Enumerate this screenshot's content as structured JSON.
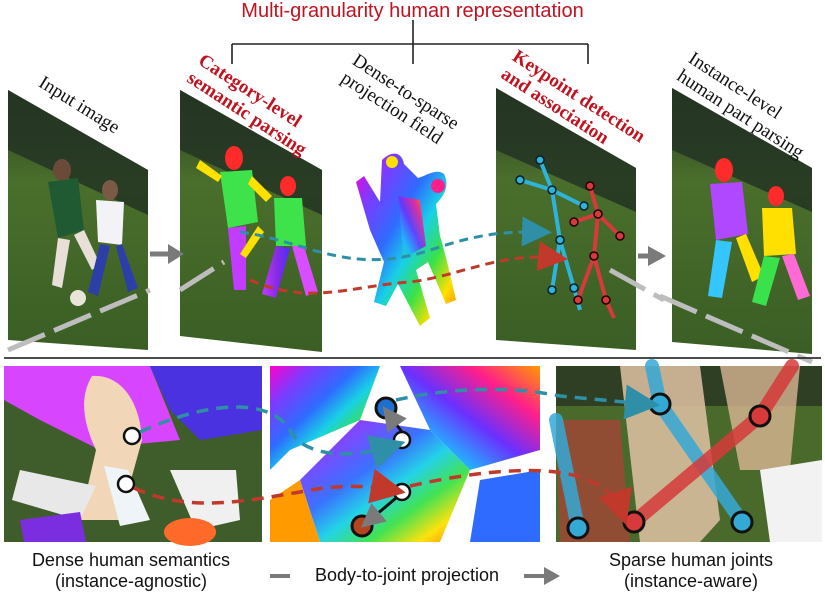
{
  "header": {
    "title": "Multi-granularity human representation",
    "title_color": "#c1121f"
  },
  "top_panels": {
    "input_label": "Input image",
    "category_label_line1": "Category-level",
    "category_label_line2": "semantic parsing",
    "projection_label_line1": "Dense-to-sparse",
    "projection_label_line2": "projection field",
    "keypoint_label_line1": "Keypoint detection",
    "keypoint_label_line2": "and association",
    "instance_label_line1": "Instance-level",
    "instance_label_line2": "human part parsing"
  },
  "bottom_captions": {
    "left_line1": "Dense human semantics",
    "left_line2": "(instance-agnostic)",
    "middle": "Body-to-joint projection",
    "right_line1": "Sparse human joints",
    "right_line2": "(instance-aware)"
  },
  "colors": {
    "accent_red": "#c1121f",
    "teal_arrow": "#2f8fa6",
    "red_arrow": "#c0392b",
    "grass": "#3f6b2a",
    "arrow_gray": "#7a7a7a"
  },
  "icons": [
    "arrow-right-icon",
    "dashed-arrow-icon",
    "keypoint-circle-icon"
  ]
}
